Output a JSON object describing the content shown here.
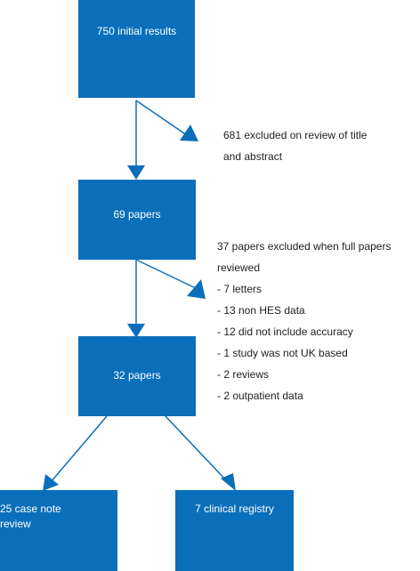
{
  "boxes": {
    "initial": "750 initial results",
    "papers69": "69 papers",
    "papers32": "32 papers",
    "caseNote": "25 case note review",
    "registry": "7 clinical registry"
  },
  "notes": {
    "excluded681": {
      "line1": "681 excluded on review of title",
      "line2": "and abstract"
    },
    "excluded37": {
      "header1": "37 papers excluded when full papers",
      "header2": "reviewed",
      "items": [
        "- 7 letters",
        "- 13 non HES data",
        "- 12 did not include accuracy",
        "- 1 study was not UK based",
        "- 2 reviews",
        "- 2 outpatient data"
      ]
    }
  },
  "colors": {
    "box": "#0a6fba",
    "arrow": "#0a6fba",
    "text": "#222222"
  }
}
